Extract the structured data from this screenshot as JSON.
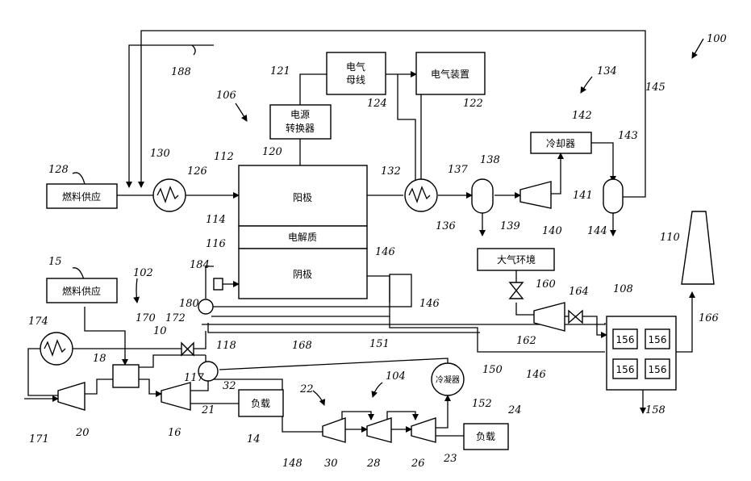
{
  "boxes": {
    "bus": "电气\n母线",
    "device": "电气装置",
    "converter": "电源\n转换器",
    "anode": "阳极",
    "electrolyte": "电解质",
    "cathode": "阴极",
    "fuel_top": "燃料供应",
    "fuel_left": "燃料供应",
    "cooler": "冷却器",
    "ambient": "大气环境",
    "condenser": "冷凝器",
    "load1": "负载",
    "load2": "负载",
    "cell156": "156"
  },
  "labels": {
    "l100": "100",
    "l106": "106",
    "l121": "121",
    "l124": "124",
    "l122": "122",
    "l134": "134",
    "l188": "188",
    "l145": "145",
    "l142": "142",
    "l143": "143",
    "l128": "128",
    "l130": "130",
    "l126": "126",
    "l112": "112",
    "l120": "120",
    "l132": "132",
    "l137": "137",
    "l138": "138",
    "l136": "136",
    "l139": "139",
    "l140": "140",
    "l141": "141",
    "l144": "144",
    "l110": "110",
    "l114": "114",
    "l116": "116",
    "l146a": "146",
    "l146b": "146",
    "l146c": "146",
    "l15": "15",
    "l102": "102",
    "l184": "184",
    "l180": "180",
    "l160": "160",
    "l164": "164",
    "l108": "108",
    "l166": "166",
    "l174": "174",
    "l170": "170",
    "l172": "172",
    "l10": "10",
    "l118": "118",
    "l168": "168",
    "l151": "151",
    "l150": "150",
    "l18": "18",
    "l117": "117",
    "l32": "32",
    "l104": "104",
    "l22": "22",
    "l152": "152",
    "l24": "24",
    "l162": "162",
    "l158": "158",
    "l171": "171",
    "l20": "20",
    "l16": "16",
    "l21": "21",
    "l14": "14",
    "l148": "148",
    "l30": "30",
    "l28": "28",
    "l26": "26",
    "l23": "23"
  }
}
